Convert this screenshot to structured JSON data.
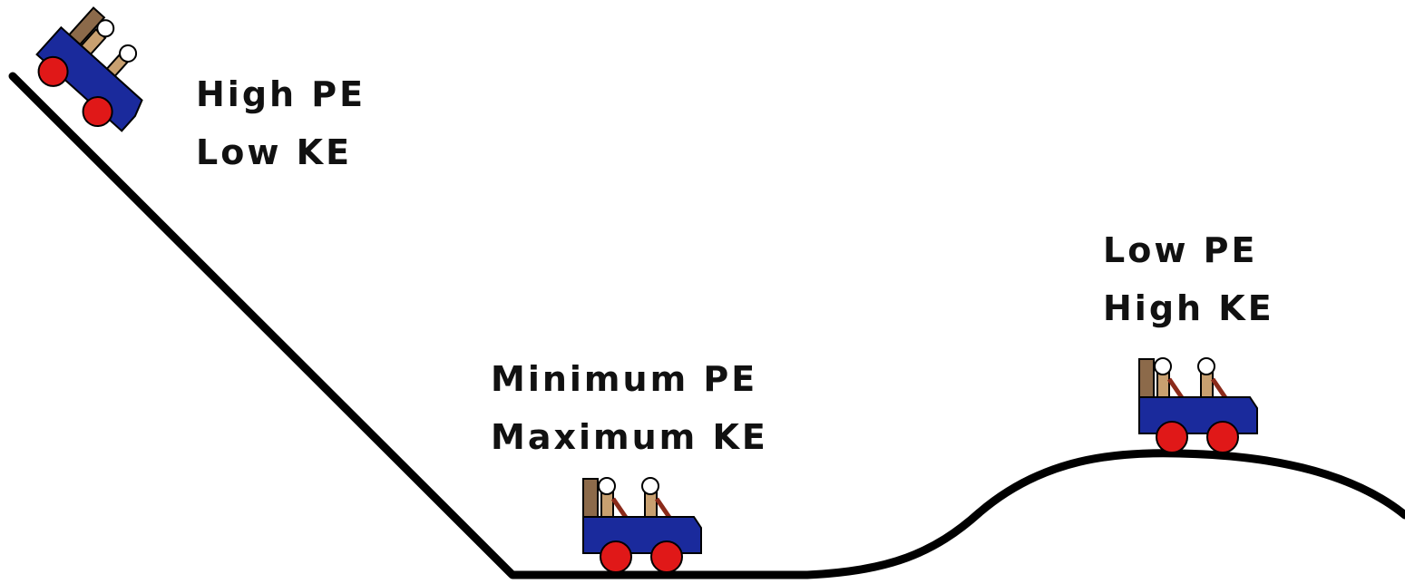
{
  "labels": {
    "top": {
      "pe": "High PE",
      "ke": "Low KE"
    },
    "bottom": {
      "pe": "Minimum PE",
      "ke": "Maximum KE"
    },
    "hill": {
      "pe": "Low PE",
      "ke": "High KE"
    }
  },
  "colors": {
    "track": "#000000",
    "car_body": "#1a2a9c",
    "wheel": "#e01818",
    "rider_skin": "#c8a070",
    "seat": "#8c6a4a",
    "text": "#111111",
    "background": "#ffffff"
  }
}
